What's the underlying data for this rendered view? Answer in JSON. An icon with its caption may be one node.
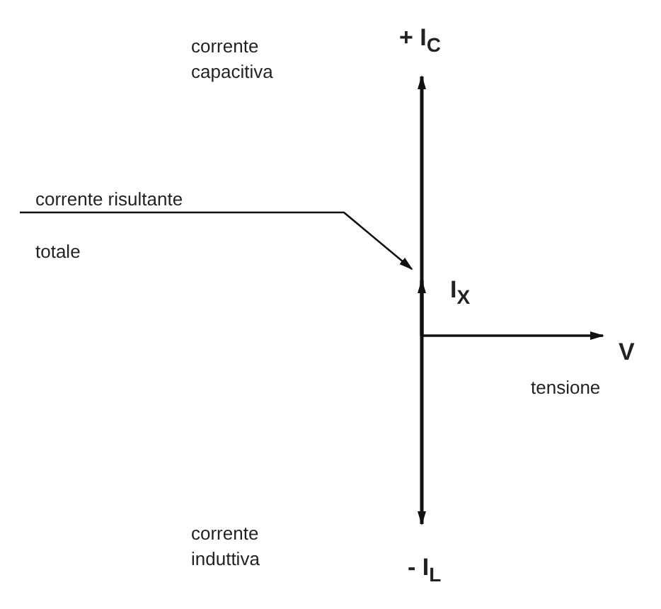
{
  "diagram": {
    "nodes": [
      {
        "text": [
          "corrente risultante totale"
        ]
      },
      {
        "text": [],
        "shape": "arrow"
      }
    ],
    "edges": [
      {
        "from": 0,
        "to": 1,
        "arrow": "to"
      }
    ],
    "labels": [
      "corrente capacitiva",
      "+ I$_{C}$",
      "I$_{X}$",
      "V",
      "tensione",
      "corrente induttiva",
      "- I$_{L}$"
    ]
  }
}
